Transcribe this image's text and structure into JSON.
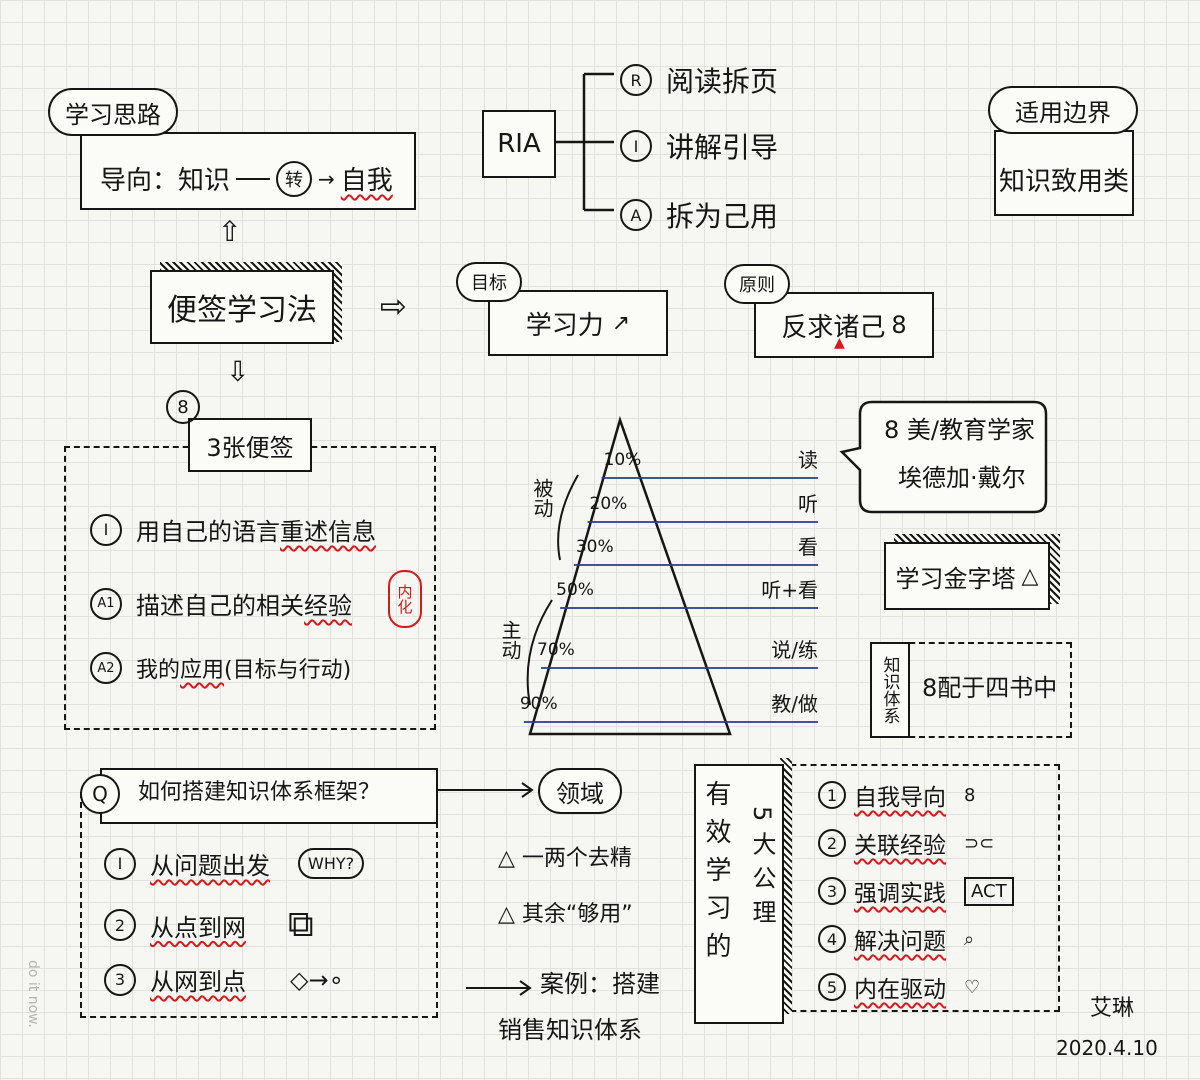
{
  "approach": {
    "tag": "学习思路",
    "prefix": "导向：知识",
    "middle": "转",
    "target": "自我"
  },
  "ria": {
    "label": "RIA",
    "items": [
      {
        "badge": "R",
        "text": "阅读拆页"
      },
      {
        "badge": "I",
        "text": "讲解引导"
      },
      {
        "badge": "A",
        "text": "拆为己用"
      }
    ]
  },
  "boundary": {
    "tag": "适用边界",
    "text": "知识致用类"
  },
  "method": {
    "title": "便签学习法",
    "arrow_right": "⇨",
    "arrow_up": "⇧",
    "arrow_down": "⇩"
  },
  "goal": {
    "tag": "目标",
    "text": "学习力"
  },
  "principle": {
    "tag": "原则",
    "text": "反求诸己",
    "sign": "8"
  },
  "three_notes": {
    "badge": "8",
    "tag": "3张便签",
    "items": [
      {
        "badge": "I",
        "text_a": "用自己的语言",
        "text_b": "重述信息"
      },
      {
        "badge": "A1",
        "text_a": "描述自己的相关",
        "text_b": "经验"
      },
      {
        "badge": "A2",
        "text_a": "我的",
        "text_b": "应用",
        "text_c": "(目标与行动)"
      }
    ],
    "stamp": "内化"
  },
  "pyramid": {
    "passive": "被动",
    "active": "主动",
    "levels": [
      {
        "pct": "10%",
        "label": "读"
      },
      {
        "pct": "20%",
        "label": "听"
      },
      {
        "pct": "30%",
        "label": "看"
      },
      {
        "pct": "50%",
        "label": "听+看"
      },
      {
        "pct": "70%",
        "label": "说/练"
      },
      {
        "pct": "90%",
        "label": "教/做"
      }
    ]
  },
  "educator": {
    "line1": "8 美/教育学家",
    "line2": "埃德加·戴尔"
  },
  "learning_pyramid": {
    "text": "学习金字塔"
  },
  "knowledge_system": {
    "tag": "知识体系",
    "text": "8配于四书中"
  },
  "question": {
    "badge": "Q",
    "text": "如何搭建知识体系框架？",
    "items": [
      {
        "badge": "I",
        "text": "从问题出发",
        "extra": "WHY?"
      },
      {
        "badge": "2",
        "text": "从点到网"
      },
      {
        "badge": "3",
        "text": "从网到点"
      }
    ]
  },
  "domain_branch": {
    "tag": "领域",
    "points": [
      "△ 一两个去精",
      "△ 其余“够用”"
    ],
    "case_line1": "案例：搭建",
    "case_line2": "销售知识体系"
  },
  "axioms": {
    "label_a": "有效学习的",
    "label_b": "5大公理",
    "items": [
      {
        "badge": "1",
        "text": "自我导向",
        "extra": "8"
      },
      {
        "badge": "2",
        "text": "关联经验",
        "extra": ""
      },
      {
        "badge": "3",
        "text": "强调实践",
        "extra": "ACT"
      },
      {
        "badge": "4",
        "text": "解决问题",
        "extra": ""
      },
      {
        "badge": "5",
        "text": "内在驱动",
        "extra": "♡"
      }
    ]
  },
  "signature": {
    "name": "艾琳",
    "date": "2020.4.10"
  },
  "watermark": "do it now."
}
